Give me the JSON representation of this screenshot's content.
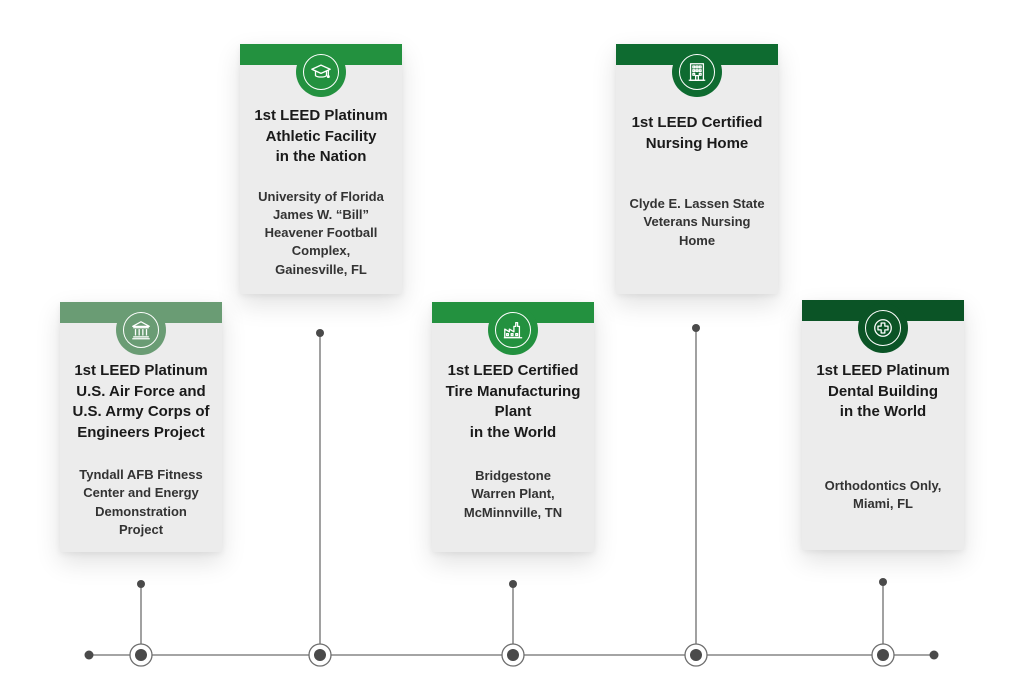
{
  "colors": {
    "card_bg": "#ececec",
    "line": "#6e6e6e",
    "node_dot": "#4a4a4a",
    "title_text": "#1a1a1a",
    "desc_text": "#333333"
  },
  "milestones": [
    {
      "id": "air-force",
      "bar_color": "#6a9c74",
      "icon": "courthouse-icon",
      "title": "1st LEED Platinum\nU.S. Air Force and\nU.S. Army Corps of\nEngineers Project",
      "description": "Tyndall AFB Fitness\nCenter and Energy\nDemonstration\nProject"
    },
    {
      "id": "athletic",
      "bar_color": "#23913f",
      "icon": "graduation-cap-icon",
      "title": "1st LEED Platinum\nAthletic Facility\nin the Nation",
      "description": "University of Florida\nJames W. “Bill”\nHeavener Football\nComplex,\nGainesville, FL"
    },
    {
      "id": "tire",
      "bar_color": "#23913f",
      "icon": "factory-icon",
      "title": "1st LEED Certified\nTire Manufacturing\nPlant\nin the World",
      "description": "Bridgestone\nWarren Plant,\nMcMinnville, TN"
    },
    {
      "id": "nursing",
      "bar_color": "#0e6b30",
      "icon": "building-icon",
      "title": "1st LEED Certified\nNursing Home",
      "description": "Clyde E. Lassen State\nVeterans Nursing\nHome"
    },
    {
      "id": "dental",
      "bar_color": "#0b5426",
      "icon": "medical-cross-icon",
      "title": "1st LEED Platinum\nDental Building\nin the World",
      "description": "Orthodontics Only,\nMiami, FL"
    }
  ]
}
